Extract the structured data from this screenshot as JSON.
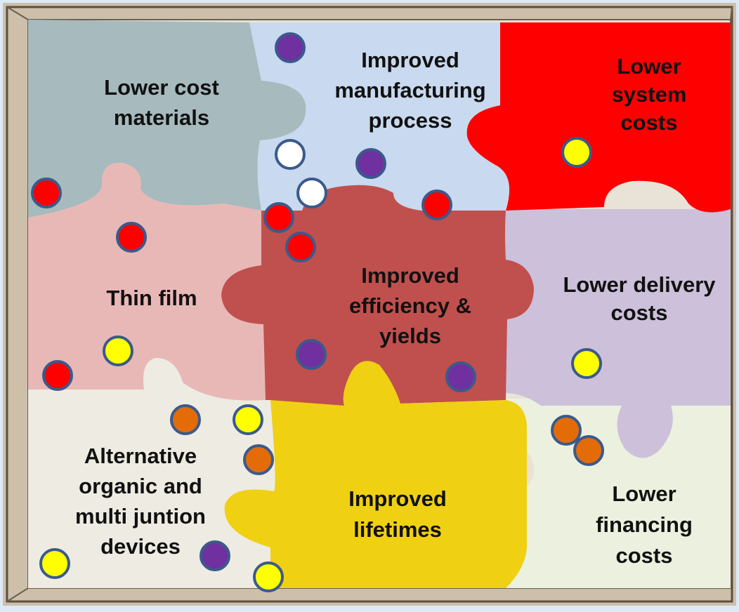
{
  "pieces": {
    "lower_cost_materials": {
      "lines": [
        "Lower cost",
        "materials"
      ],
      "color": "#a7babd"
    },
    "improved_manufacturing": {
      "lines": [
        "Improved",
        "manufacturing",
        "process"
      ],
      "color": "#c9d9ef"
    },
    "lower_system_costs": {
      "lines": [
        "Lower",
        "system",
        "costs"
      ],
      "color": "#ff0000"
    },
    "thin_film": {
      "lines": [
        "Thin film"
      ],
      "color": "#e8b8b7"
    },
    "improved_efficiency": {
      "lines": [
        "Improved",
        "efficiency &",
        "yields"
      ],
      "color": "#c0504d"
    },
    "lower_delivery_costs": {
      "lines": [
        "Lower delivery",
        "costs"
      ],
      "color": "#ccc0da"
    },
    "alternative_organic": {
      "lines": [
        "Alternative",
        "organic and",
        "multi juntion",
        "devices"
      ],
      "color": "#eeebe2"
    },
    "improved_lifetimes": {
      "lines": [
        "Improved",
        "lifetimes"
      ],
      "color": "#f0d012"
    },
    "lower_financing_costs": {
      "lines": [
        "Lower",
        "financing",
        "costs"
      ],
      "color": "#ebf1de"
    }
  },
  "dot_colors": {
    "purple": "#7030a0",
    "white": "#ffffff",
    "red": "#ff0000",
    "yellow": "#ffff00",
    "orange": "#e36c09",
    "outline": "#3a5a8c"
  },
  "frame_color": "#cdbfaa"
}
